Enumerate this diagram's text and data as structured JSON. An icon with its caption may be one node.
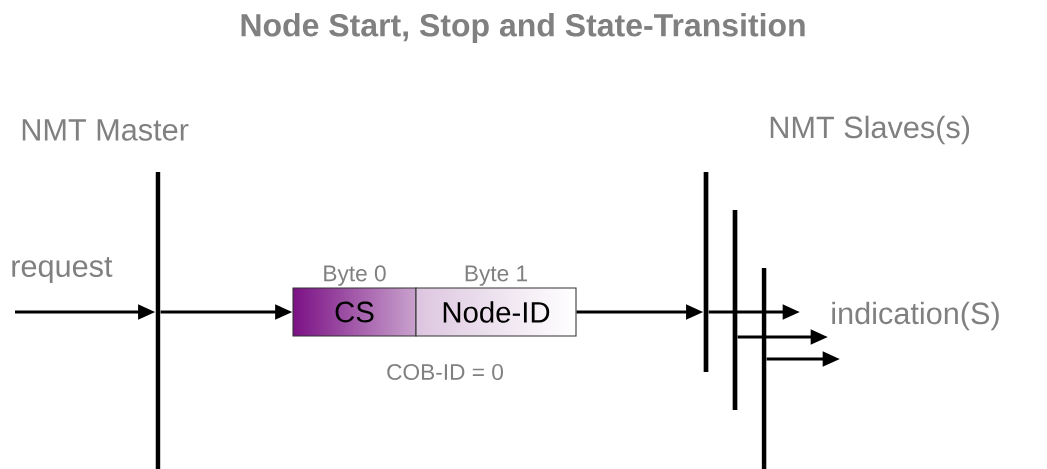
{
  "diagram": {
    "title": "Node Start, Stop and State-Transition",
    "nodes": [
      {
        "text": [],
        "shape": "bar"
      },
      {
        "text": [
          "Byte 0",
          "CS"
        ]
      },
      {
        "text": [
          "Byte 1",
          "Node-ID"
        ]
      },
      {
        "text": [],
        "shape": "bar"
      },
      {
        "text": [],
        "shape": "bar"
      },
      {
        "text": [],
        "shape": "bar"
      }
    ],
    "edges": [
      {
        "from": null,
        "to": 0,
        "arrow": "to"
      },
      {
        "from": 0,
        "to": 1,
        "arrow": "to"
      },
      {
        "from": 2,
        "to": 3,
        "arrow": "to"
      },
      {
        "from": 3,
        "to": null,
        "arrow": "to"
      },
      {
        "from": 4,
        "to": null,
        "arrow": "to"
      },
      {
        "from": 5,
        "to": null,
        "arrow": "to"
      }
    ],
    "labels": [
      "NMT Master",
      "NMT Slaves(s)",
      "request",
      "COB-ID = 0",
      "indication(S)"
    ]
  }
}
